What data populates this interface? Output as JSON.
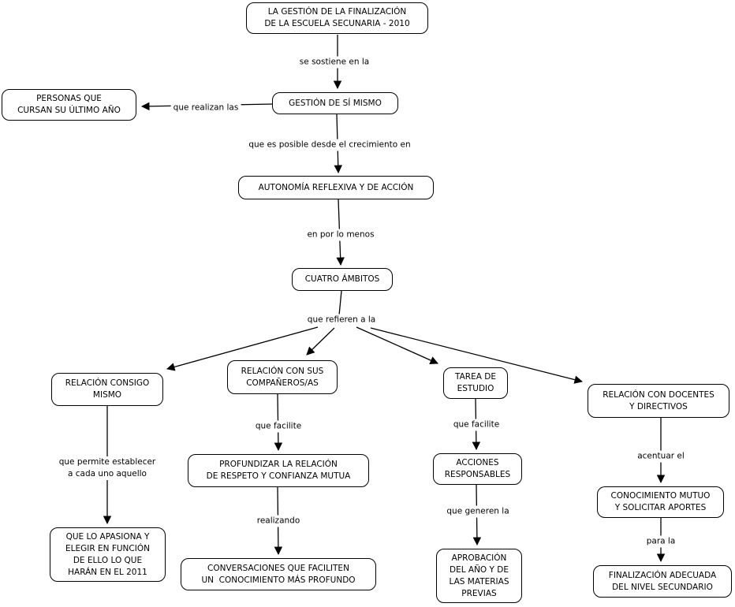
{
  "colors": {
    "background": "#ffffff",
    "node_fill": "#ffffff",
    "node_border": "#000000",
    "connector": "#000000",
    "text": "#000000"
  },
  "nodes": {
    "root": {
      "text": "LA GESTIÓN DE LA FINALIZACIÓN\nDE LA ESCUELA SECUNARIA - 2010"
    },
    "gestion": {
      "text": "GESTIÓN DE SÍ MISMO"
    },
    "personas": {
      "text": "PERSONAS QUE\nCURSAN SU ÚLTIMO AÑO"
    },
    "autonomia": {
      "text": "AUTONOMÍA REFLEXIVA Y DE ACCIÓN"
    },
    "cuatro": {
      "text": "CUATRO ÁMBITOS"
    },
    "consigo": {
      "text": "RELACIÓN CONSIGO\nMISMO"
    },
    "companeros": {
      "text": "RELACIÓN CON SUS\nCOMPAÑEROS/AS"
    },
    "tarea": {
      "text": "TAREA DE\nESTUDIO"
    },
    "docentes": {
      "text": "RELACIÓN CON DOCENTES\nY DIRECTIVOS"
    },
    "apasiona": {
      "text": "QUE LO APASIONA Y\nELEGIR EN FUNCIÓN\nDE ELLO LO QUE\nHARÁN EN EL 2011"
    },
    "profundizar": {
      "text": "PROFUNDIZAR LA RELACIÓN\nDE RESPETO Y CONFIANZA MUTUA"
    },
    "conversaciones": {
      "text": "CONVERSACIONES QUE FACILITEN\nUN  CONOCIMIENTO MÁS PROFUNDO"
    },
    "acciones": {
      "text": "ACCIONES\nRESPONSABLES"
    },
    "aprobacion": {
      "text": "APROBACIÓN\nDEL AÑO Y DE\nLAS MATERIAS\nPREVIAS"
    },
    "conocimiento": {
      "text": "CONOCIMIENTO MUTUO\nY SOLICITAR APORTES"
    },
    "finalizacion": {
      "text": "FINALIZACIÓN ADECUADA\nDEL NIVEL SECUNDARIO"
    }
  },
  "links": {
    "se_sostiene": {
      "text": "se sostiene en la"
    },
    "que_realizan": {
      "text": "que realizan las"
    },
    "que_es_posible": {
      "text": "que es posible desde el crecimiento en"
    },
    "en_por_lo_menos": {
      "text": "en por lo menos"
    },
    "que_refieren": {
      "text": "que refieren a la"
    },
    "que_permite": {
      "text": "que permite establecer\na cada uno aquello"
    },
    "que_facilite_1": {
      "text": "que facilite"
    },
    "realizando": {
      "text": "realizando"
    },
    "que_facilite_2": {
      "text": "que facilite"
    },
    "que_generen": {
      "text": "que generen la"
    },
    "acentuar": {
      "text": "acentuar el"
    },
    "para_la": {
      "text": "para la"
    }
  }
}
